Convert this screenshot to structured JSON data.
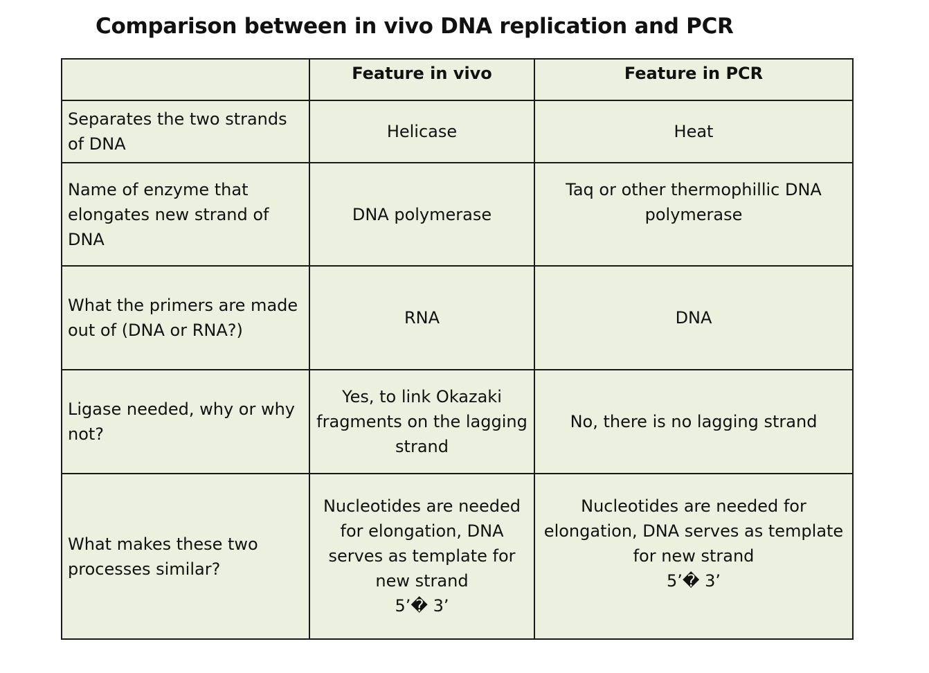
{
  "page": {
    "title": "Comparison between in vivo DNA replication and PCR"
  },
  "table": {
    "headers": [
      "",
      "Feature in vivo",
      "Feature in PCR"
    ],
    "rows": [
      {
        "label": "Separates the two strands of DNA",
        "in_vivo": "Helicase",
        "pcr": "Heat"
      },
      {
        "label": "Name of enzyme that elongates new strand of DNA",
        "in_vivo": "DNA polymerase",
        "pcr": "Taq or other thermophillic DNA polymerase"
      },
      {
        "label": "What the primers are made out of (DNA or RNA?)",
        "in_vivo": "RNA",
        "pcr": "DNA"
      },
      {
        "label": "Ligase needed, why or why not?",
        "in_vivo": "Yes, to link Okazaki fragments on the lagging strand",
        "pcr": "No, there is no lagging strand"
      },
      {
        "label": "What makes these two processes similar?",
        "in_vivo": {
          "text": "Nucleotides are needed for elongation, DNA serves as template for new strand",
          "direction": "5’� 3’"
        },
        "pcr": {
          "text": "Nucleotides are needed for elongation, DNA serves as template for new strand",
          "direction": "5’� 3’"
        }
      }
    ]
  }
}
